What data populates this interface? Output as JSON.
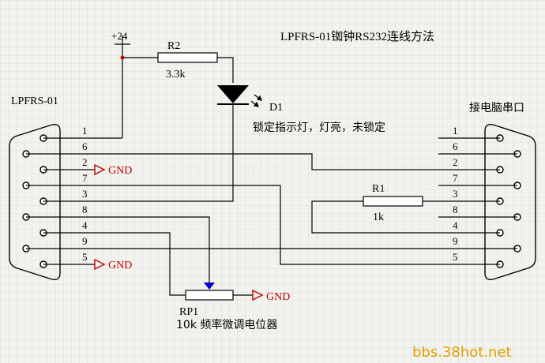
{
  "title": "LPFRS-01铷钟RS232连线方法",
  "left_connector": {
    "label": "LPFRS-01",
    "pins": [
      "1",
      "6",
      "2",
      "7",
      "3",
      "8",
      "4",
      "9",
      "5"
    ]
  },
  "right_connector": {
    "label": "接电脑串口",
    "pins": [
      "1",
      "6",
      "2",
      "7",
      "3",
      "8",
      "4",
      "9",
      "5"
    ]
  },
  "power": {
    "label": "+24"
  },
  "r2": {
    "name": "R2",
    "value": "3.3k"
  },
  "d1": {
    "name": "D1",
    "note": "锁定指示灯，灯亮，未锁定"
  },
  "r1": {
    "name": "R1",
    "value": "1k"
  },
  "rp1": {
    "name": "RP1",
    "desc": "10k 频率微调电位器"
  },
  "gnd_labels": [
    "GND",
    "GND",
    "GND"
  ],
  "watermark": "bbs.38hot.net",
  "colors": {
    "wire": "#000000",
    "ground": "#c00000",
    "grid": "#c9c9dd",
    "watermark": "#e0a000"
  }
}
